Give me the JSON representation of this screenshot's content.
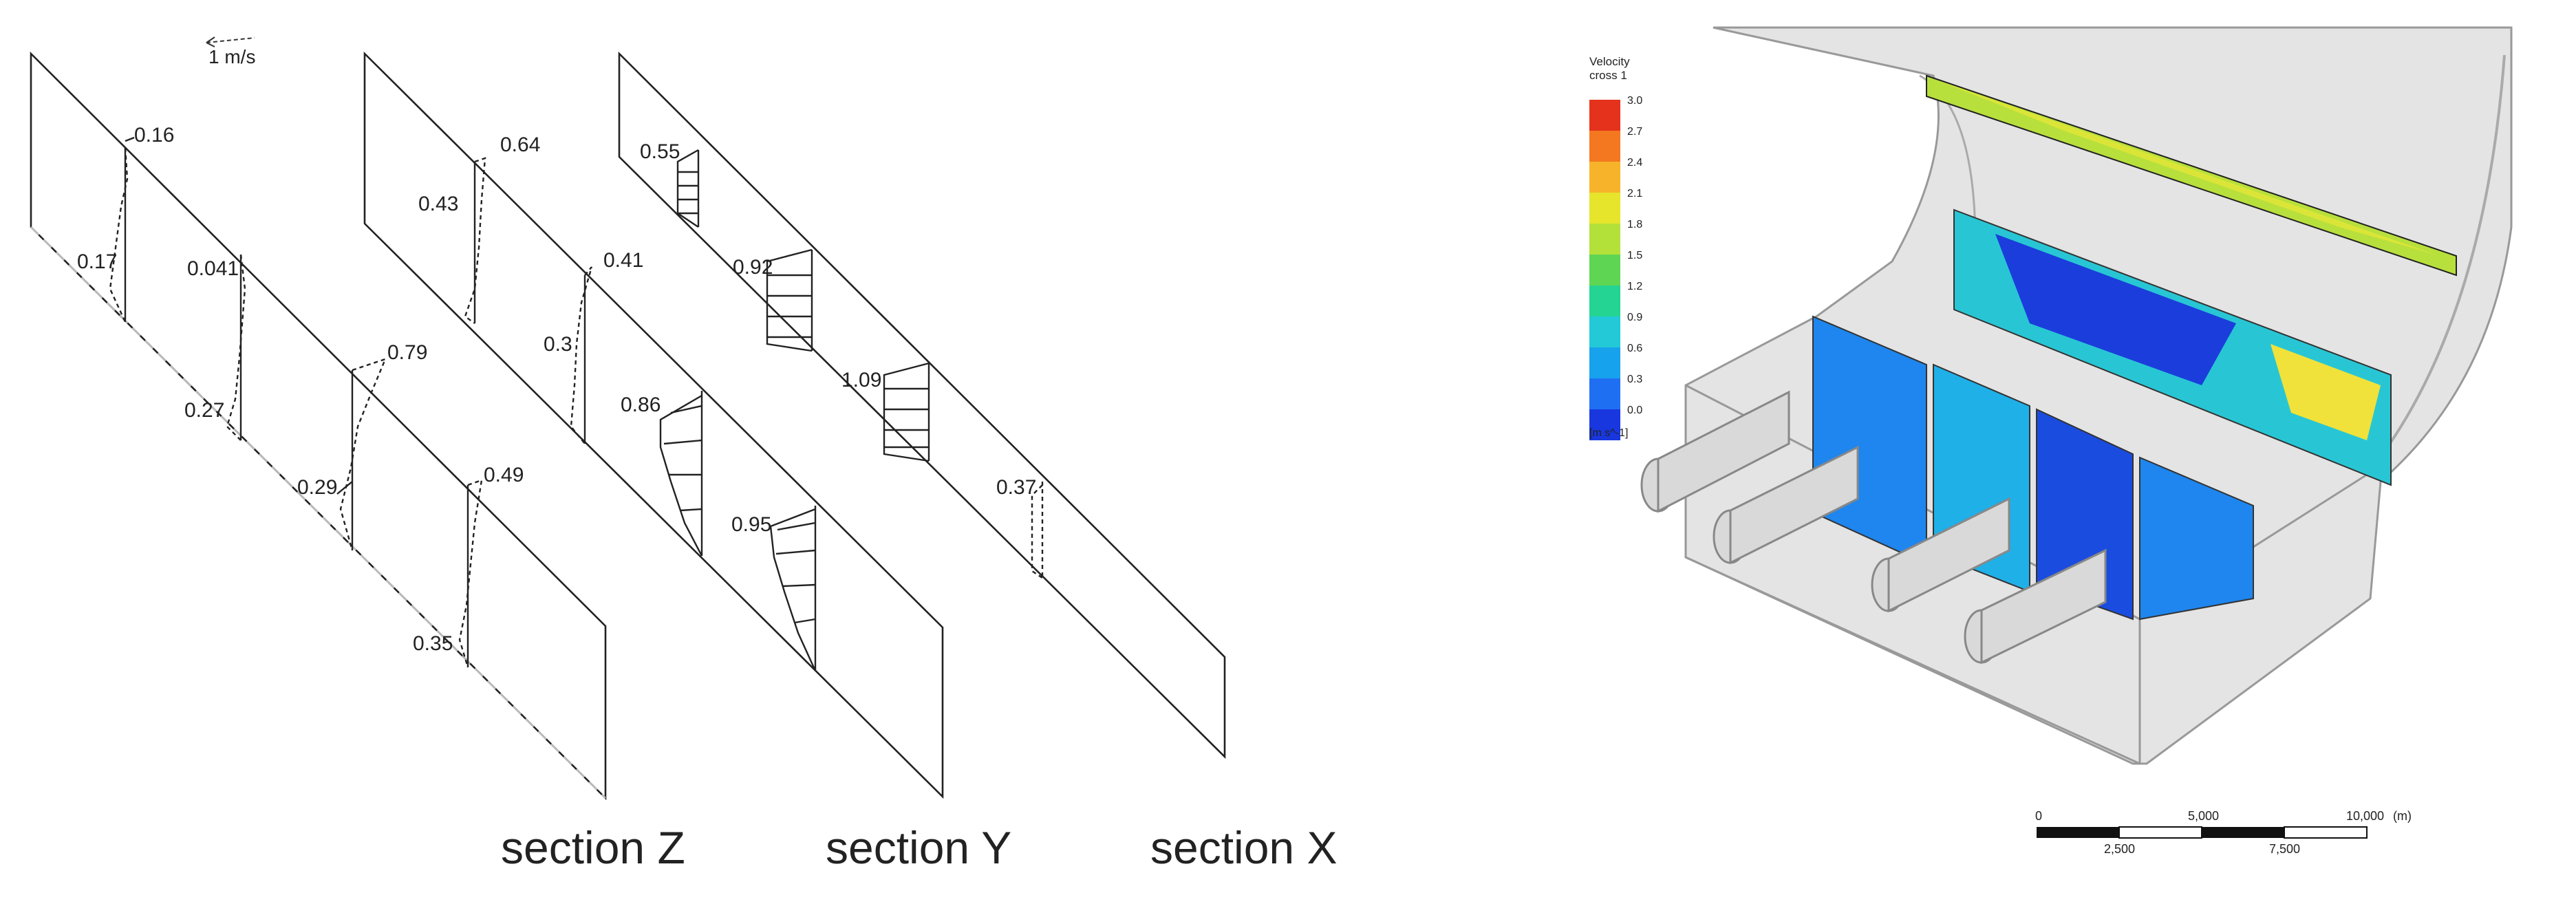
{
  "scale_arrow_label": "1 m/s",
  "section_titles": [
    "section Z",
    "section Y",
    "section X"
  ],
  "velocity_values": {
    "z1": "0.16",
    "z2": "0.17",
    "z3": "0.041",
    "z4": "0.27",
    "z5": "0.79",
    "z6": "0.29",
    "z7": "0.49",
    "z8": "0.35",
    "y1": "0.64",
    "y2": "0.43",
    "y3": "0.41",
    "y4": "0.3",
    "y5": "0.86",
    "y6": "0.95",
    "x1": "0.55",
    "x2": "0.92",
    "x3": "1.09",
    "x4": "0.37"
  },
  "legend": {
    "title_line1": "Velocity",
    "title_line2": "cross 1",
    "ticks": [
      "3.0",
      "2.7",
      "2.4",
      "2.1",
      "1.8",
      "1.5",
      "1.2",
      "0.9",
      "0.6",
      "0.3",
      "0.0"
    ],
    "colors": [
      "#e4321c",
      "#f3781f",
      "#f7b42a",
      "#e6e52c",
      "#b4e03a",
      "#5fd653",
      "#24d493",
      "#23c9d6",
      "#16a2ec",
      "#1f6ff2",
      "#1837df"
    ],
    "unit": "[m s^-1]"
  },
  "scale_bar": {
    "top_labels": [
      "0",
      "5,000",
      "10,000"
    ],
    "unit": "(m)",
    "bottom_labels": [
      "2,500",
      "7,500"
    ]
  }
}
